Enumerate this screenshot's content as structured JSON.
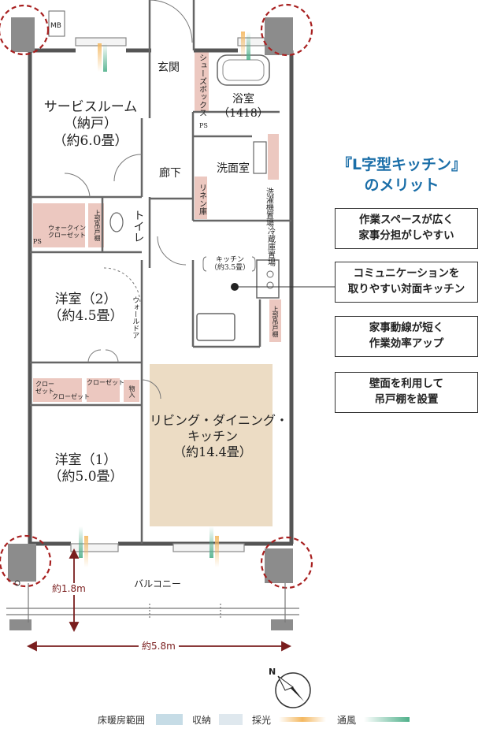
{
  "rooms": {
    "service_room": "サービスルーム\n（納戸）\n（約6.0畳）",
    "genkan": "玄関",
    "shoes_box": "シューズボックス",
    "bath": "浴室\n（1418）",
    "ps1": "PS",
    "hallway": "廊下",
    "washroom": "洗面室",
    "linen": "リネン庫",
    "washer": "洗濯機置場",
    "toilet": "トイレ",
    "walk_in": "ウォークイン\nクローゼット",
    "upper_shelf1": "上部吊戸棚",
    "ps2": "PS",
    "fridge": "冷蔵庫置場",
    "kitchen": "キッチン\n（約3.5畳）",
    "upper_shelf2": "上部吊戸棚",
    "western2": "洋室（2）\n（約4.5畳）",
    "wall_door": "ウォールドア",
    "closet_a": "クロー\nゼット",
    "closet_b": "クローゼット",
    "closet_c": "クローゼット",
    "storage": "物入",
    "ldk": "リビング・ダイニング・\nキッチン\n（約14.4畳）",
    "western1": "洋室（1）\n（約5.0畳）",
    "balcony": "バルコニー",
    "mb": "MB"
  },
  "dimensions": {
    "depth": "約1.8m",
    "width": "約5.8m"
  },
  "merits": {
    "title": "『L字型キッチン』\nのメリット",
    "items": [
      "作業スペースが広く\n家事分担がしやすい",
      "コミュニケーションを\n取りやすい対面キッチン",
      "家事動線が短く\n作業効率アップ",
      "壁面を利用して\n吊戸棚を設置"
    ]
  },
  "legend": {
    "heating": "床暖房範囲",
    "storage": "収納",
    "light": "採光",
    "wind": "通風"
  },
  "colors": {
    "ldk_fill": "#ecdcc4",
    "storage_pink": "#ecc8c0",
    "heating_swatch": "#c6dce6",
    "storage_swatch": "#dfe8ee",
    "merit_blue": "#1a6ea8",
    "dashed_red": "#a82020",
    "wall_gray": "#8c8c8c"
  },
  "compass": "N"
}
